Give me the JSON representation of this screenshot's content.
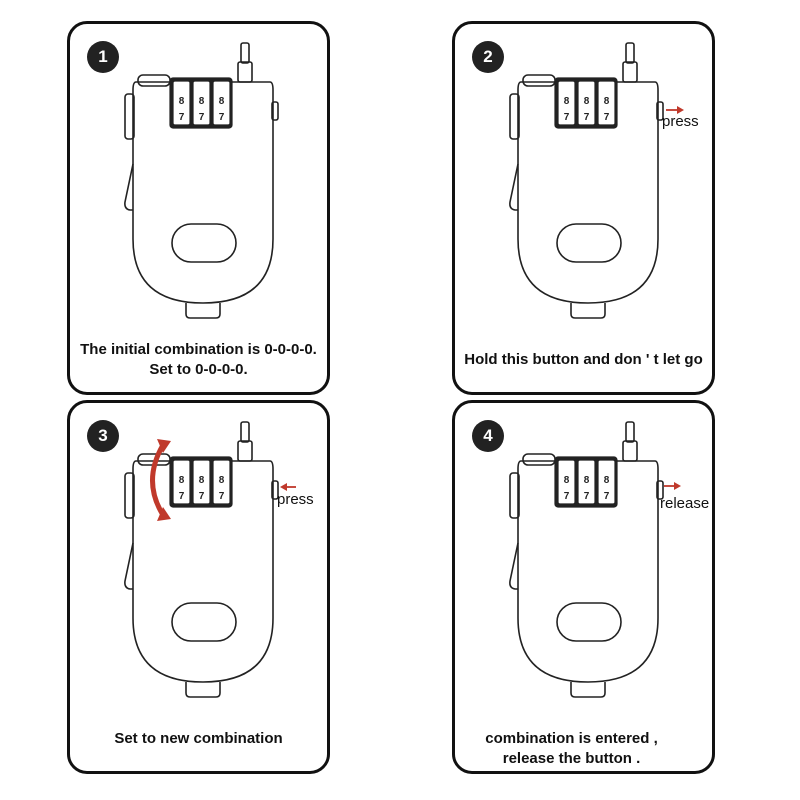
{
  "panels": [
    {
      "number": "1",
      "caption_lines": [
        "The initial combination is 0-0-0-0.",
        "Set to 0-0-0-0."
      ],
      "side_label": ""
    },
    {
      "number": "2",
      "caption_lines": [
        "Hold this button and don ' t let go"
      ],
      "side_label": "press"
    },
    {
      "number": "3",
      "caption_lines": [
        "Set to new combination"
      ],
      "side_label": "press"
    },
    {
      "number": "4",
      "caption_lines": [
        "combination is entered ,",
        "release the button ."
      ],
      "side_label": "release"
    }
  ],
  "dial_digits": {
    "upper": "8",
    "lower": "7"
  },
  "colors": {
    "arrow": "#c0392b",
    "outline": "#222222"
  }
}
